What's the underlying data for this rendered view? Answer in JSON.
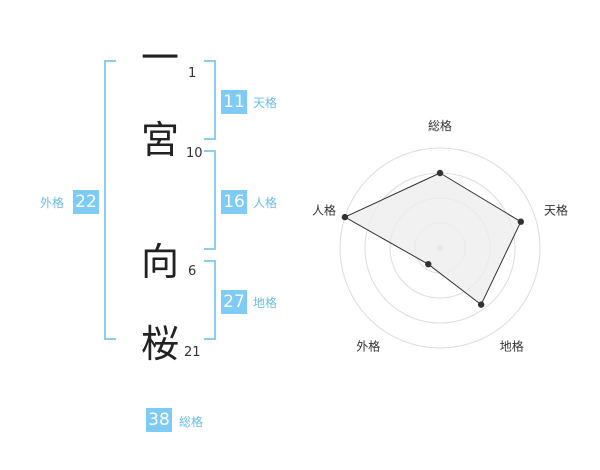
{
  "colors": {
    "accent": "#7ecbf5",
    "label": "#6bbde8",
    "bracket": "#8ccdf2",
    "radar_fill": "#eeeeee",
    "radar_line": "#333333",
    "grid": "#dddddd"
  },
  "name": {
    "chars": [
      {
        "char": "一",
        "strokes": "1"
      },
      {
        "char": "宮",
        "strokes": "10"
      },
      {
        "char": "向",
        "strokes": "6"
      },
      {
        "char": "桜",
        "strokes": "21"
      }
    ]
  },
  "fortune": {
    "tenkaku": {
      "value": "11",
      "label": "天格"
    },
    "jinkaku": {
      "value": "16",
      "label": "人格"
    },
    "chikaku": {
      "value": "27",
      "label": "地格"
    },
    "gaikaku": {
      "value": "22",
      "label": "外格"
    },
    "soukaku": {
      "value": "38",
      "label": "総格"
    }
  },
  "chart_data": {
    "type": "radar",
    "axes": [
      "総格",
      "天格",
      "地格",
      "外格",
      "人格"
    ],
    "values": [
      0.75,
      0.85,
      0.7,
      0.2,
      1.0
    ],
    "range": [
      0,
      1
    ],
    "rings": 4
  }
}
